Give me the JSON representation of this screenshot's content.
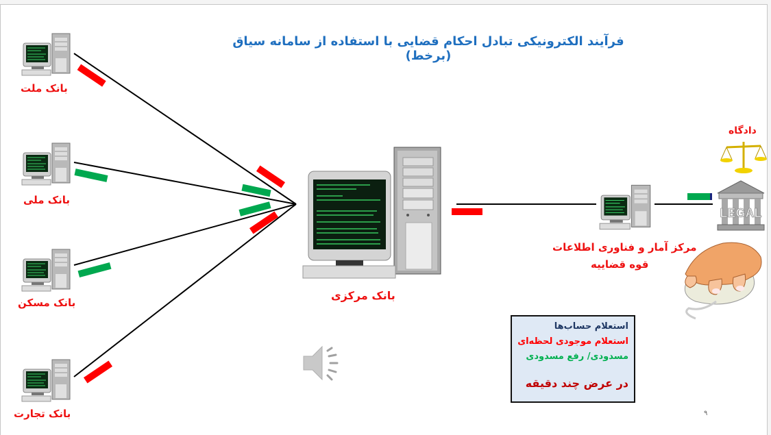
{
  "slide": {
    "title": "فرآیند الکترونیکی تبادل احکام قضایی با استفاده از سامانه سیاق (برخط)",
    "page_number": "۹"
  },
  "banks": [
    {
      "label": "بانک ملت"
    },
    {
      "label": "بانک ملی"
    },
    {
      "label": "بانک مسکن"
    },
    {
      "label": "بانک تجارت"
    }
  ],
  "central_bank": {
    "label": "بانک مرکزی"
  },
  "judiciary_center": {
    "label_line1": "مرکز آمار و فناوری اطلاعات",
    "label_line2": "قوه قضاییه"
  },
  "court": {
    "label": "دادگاه",
    "building_text": "LEGAL"
  },
  "info_box": {
    "line1": "استعلام حساب‌ها",
    "line2": "استعلام موجودی لحظه‌ای",
    "line3": "مسدودی/ رفع مسدودی",
    "footer": "در عرض چند دقیقه"
  },
  "colors": {
    "title": "#1f6fbf",
    "label": "#ee1111",
    "request_bar": "#ff0000",
    "response_bar": "#00a84f",
    "info_bg": "#dfe9f5",
    "info_line1": "#1f3864",
    "info_line2": "#ff0000",
    "info_line3": "#00b050",
    "info_footer": "#c00000"
  },
  "icons": {
    "computer": "computer-icon",
    "speaker": "speaker-icon",
    "scales": "scales-of-justice-icon",
    "courthouse": "courthouse-icon",
    "hand_mouse": "hand-on-mouse-icon"
  }
}
